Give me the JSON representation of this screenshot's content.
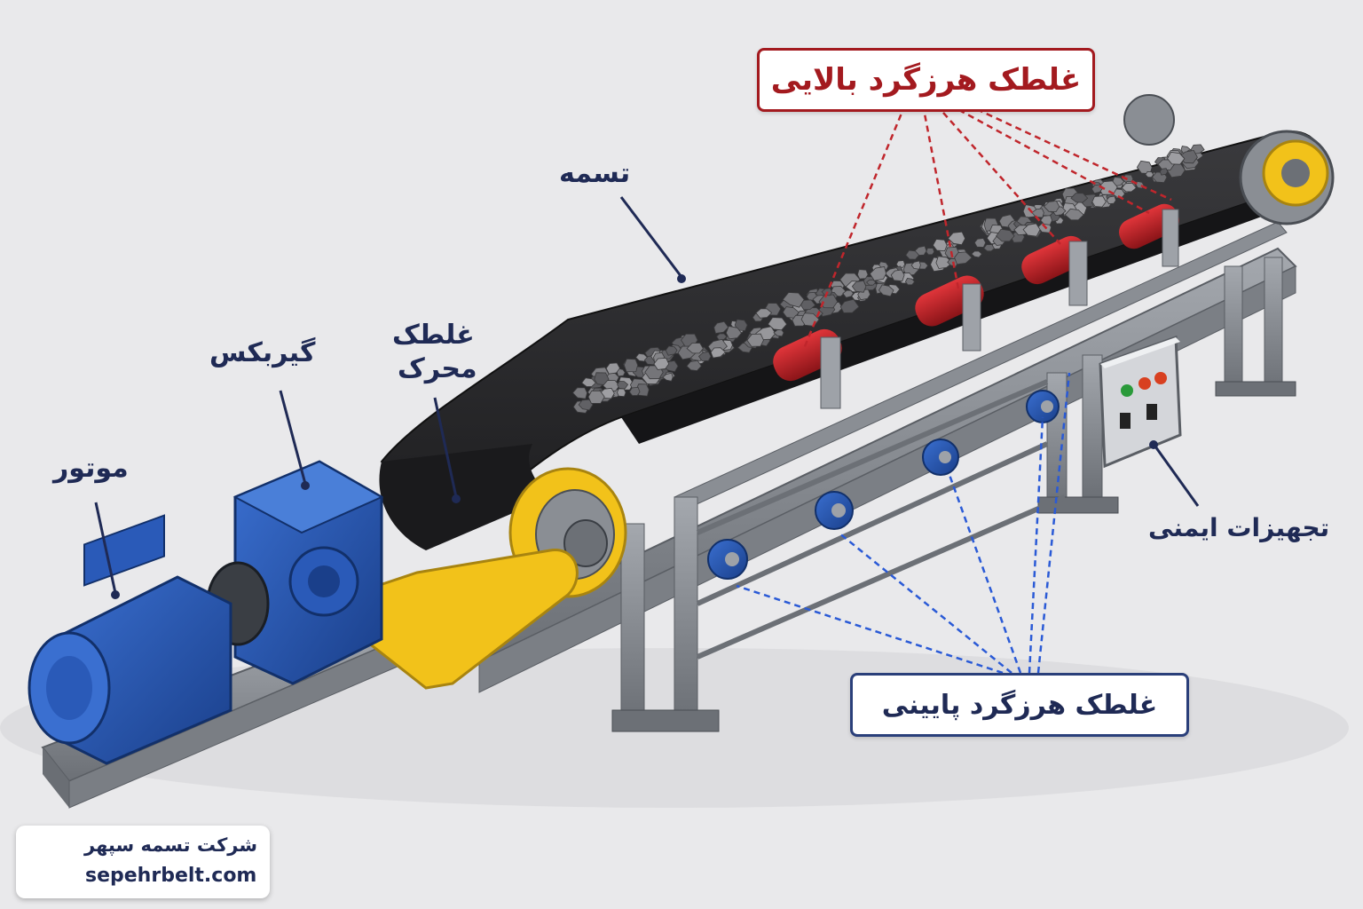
{
  "labels": {
    "belt": "تسمه",
    "drive_pulley_line1": "غلطک",
    "drive_pulley_line2": "محرک",
    "gearbox": "گیربکس",
    "motor": "موتور",
    "safety": "تجهیزات ایمنی",
    "upper_idler": "غلطک هرزگرد بالایی",
    "lower_idler": "غلطک هرزگرد پایینی"
  },
  "brand": {
    "name": "شرکت تسمه سپهر",
    "url": "sepehrbelt.com"
  },
  "colors": {
    "label_text": "#1f2a55",
    "upper_accent": "#a31a1f",
    "lower_accent": "#2a5ad6",
    "equipment_blue": "#2455b0",
    "guard_yellow": "#f2c21a",
    "belt": "#2a2a2c",
    "frame": "#8a8e94"
  },
  "icons": {
    "brand_logo": "sepehr-logo-icon"
  }
}
